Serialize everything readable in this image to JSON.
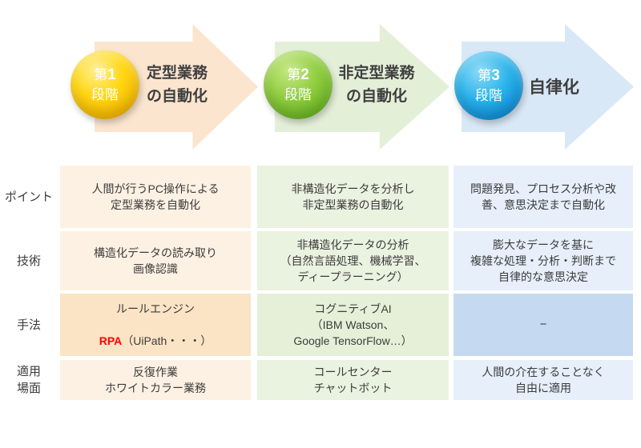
{
  "stages": [
    {
      "badge_prefix": "第",
      "badge_number": "1",
      "badge_suffix": "段階",
      "title": "定型業務\nの自動化",
      "point": "人間が行うPC操作による\n定型業務を自動化",
      "tech": "構造化データの読み取り\n画像認識",
      "method_line1": "ルールエンジン",
      "method_highlight": "RPA",
      "method_tail": "（UiPath・・・）",
      "usage": "反復作業\nホワイトカラー業務"
    },
    {
      "badge_prefix": "第",
      "badge_number": "2",
      "badge_suffix": "段階",
      "title": "非定型業務\nの自動化",
      "point": "非構造化データを分析し\n非定型業務の自動化",
      "tech": "非構造化データの分析\n（自然言語処理、機械学習、\nディープラーニング）",
      "method": "コグニティブAI\n（IBM Watson、\nGoogle TensorFlow…）",
      "usage": "コールセンター\nチャットボット"
    },
    {
      "badge_prefix": "第",
      "badge_number": "3",
      "badge_suffix": "段階",
      "title": "自律化",
      "point": "問題発見、プロセス分析や改\n善、意思決定まで自動化",
      "tech": "膨大なデータを基に\n複雑な処理・分析・判断まで\n自律的な意思決定",
      "method": "−",
      "usage": "人間の介在することなく\n自由に適用"
    }
  ],
  "row_headers": {
    "point": "ポイント",
    "tech": "技術",
    "method": "手法",
    "usage": "適用\n場面"
  },
  "colors": {
    "arrow1": "#fbe5cf",
    "arrow2": "#e4efd8",
    "arrow3": "#d9e8f6",
    "badge1": "#f2b300",
    "badge2": "#7cc733",
    "badge3": "#18a3e6",
    "cell_orange": "#fdf1e3",
    "cell_orange_dark": "#fbe3c5",
    "cell_green": "#eaf2e0",
    "cell_green_dark": "#e6efd8",
    "cell_blue": "#e6effa",
    "cell_blue_dark": "#c5daf0",
    "rpa_red": "#ff0000",
    "text": "#3c3c3c"
  }
}
